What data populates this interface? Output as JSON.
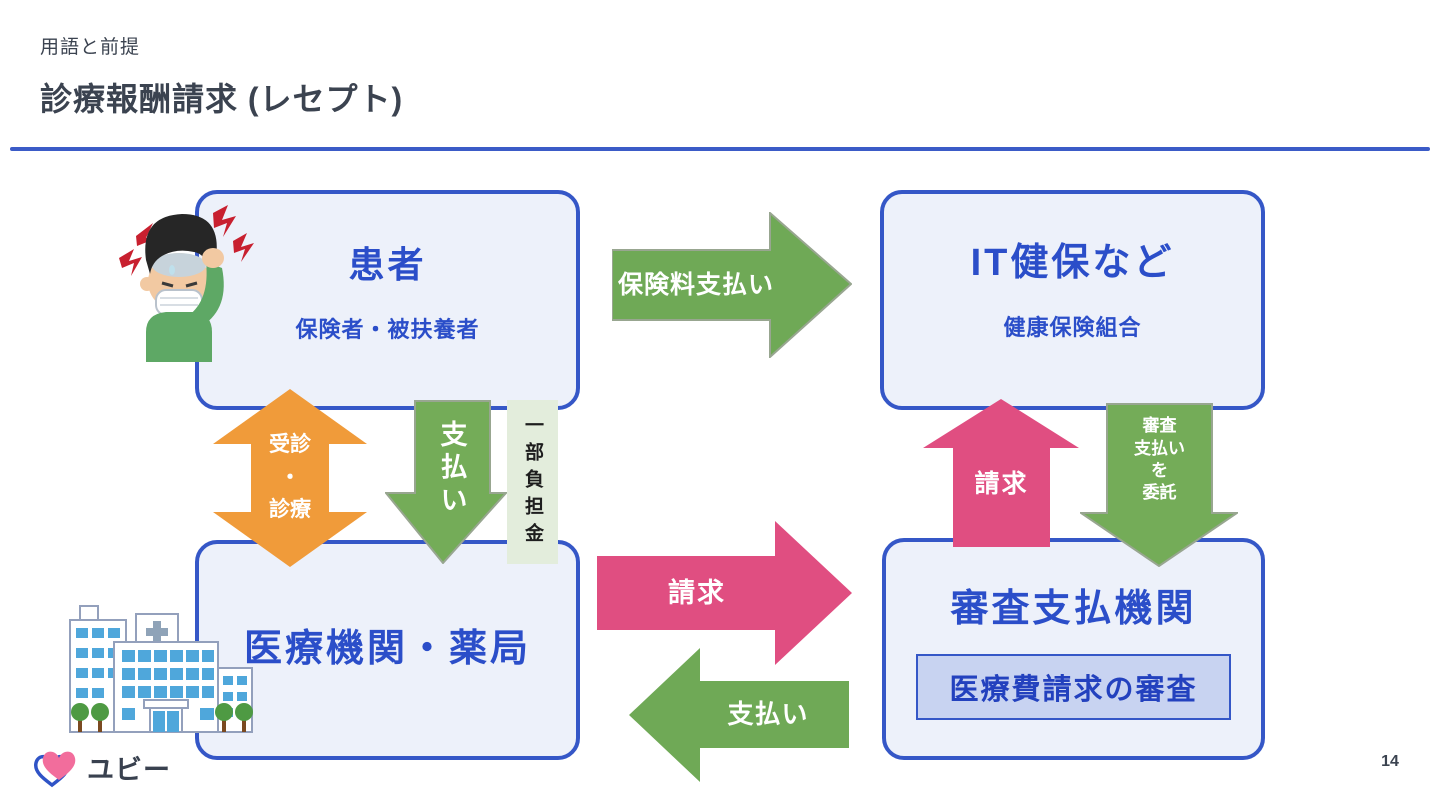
{
  "slide": {
    "eyebrow": "用語と前提",
    "title": "診療報酬請求 (レセプト)",
    "page_number": "14"
  },
  "logo": {
    "brand": "ユビー"
  },
  "nodes": {
    "patient": {
      "title": "患者",
      "subtitle": "保険者・被扶養者"
    },
    "insurer": {
      "title": "IT健保など",
      "subtitle": "健康保険組合"
    },
    "provider": {
      "title": "医療機関・薬局"
    },
    "payer": {
      "title": "審査支払機関",
      "badge": "医療費請求の審査"
    }
  },
  "arrows": {
    "premium": {
      "label": "保険料支払い"
    },
    "visit": {
      "label": "受診・診療",
      "lines": [
        "受診",
        "・",
        "診療"
      ]
    },
    "copay": {
      "label": "支払い"
    },
    "copay_note": {
      "label": "一部負担金"
    },
    "claim_to_payer": {
      "label": "請求"
    },
    "pay_to_provider": {
      "label": "支払い"
    },
    "claim_to_insurer": {
      "label": "請求"
    },
    "delegate": {
      "label": "審査支払いを委託",
      "lines": [
        "審査",
        "支払い",
        "を",
        "委託"
      ]
    }
  },
  "illustrations": {
    "sick_person": "sick-person-illustration",
    "hospital": "hospital-illustration"
  },
  "colors": {
    "accent_blue": "#3557C7",
    "text_blue": "#2B4EC9",
    "node_fill": "#EDF1FA",
    "green": "#6FA956",
    "green_stroke": "#98A690",
    "pink": "#E04E81",
    "orange": "#F09B3A",
    "note_fill": "#E3EDDC",
    "badge_fill": "#C8D3F1",
    "heading": "#3B4350"
  }
}
